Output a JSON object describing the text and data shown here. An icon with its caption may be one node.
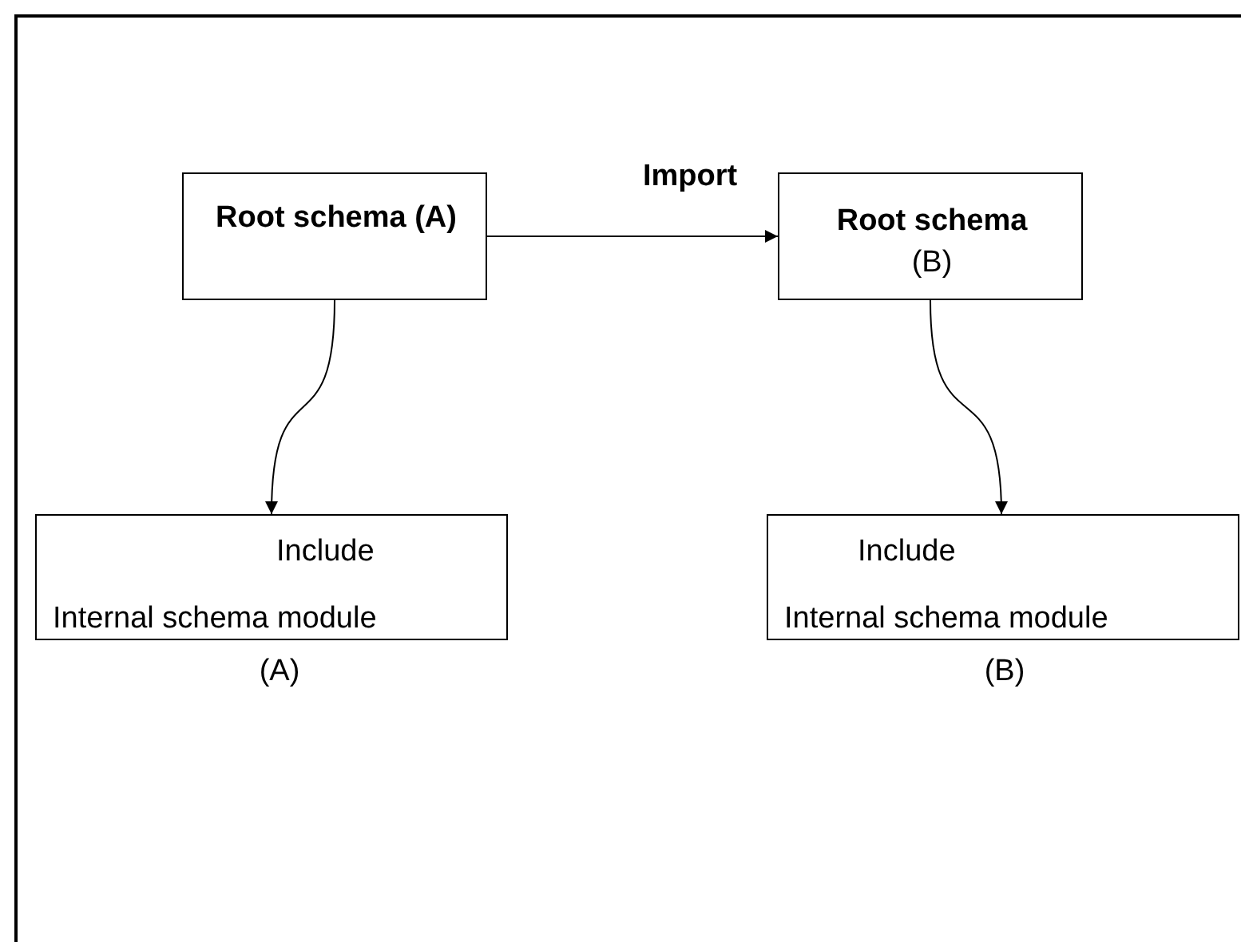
{
  "diagram": {
    "nodes": [
      {
        "text": [
          "Root schema (A)"
        ]
      },
      {
        "text": [
          "Root schema",
          "(B)"
        ]
      },
      {
        "text": [
          "Include",
          "Internal schema module"
        ],
        "beside": [
          "(A)"
        ]
      },
      {
        "text": [
          "Include",
          "Internal schema module"
        ],
        "beside": [
          "(B)"
        ]
      }
    ],
    "edges": [
      {
        "from": 0,
        "to": 1,
        "arrow": "to",
        "label": "Import"
      },
      {
        "from": 0,
        "to": 2,
        "arrow": "to"
      },
      {
        "from": 1,
        "to": 3,
        "arrow": "to"
      }
    ]
  }
}
